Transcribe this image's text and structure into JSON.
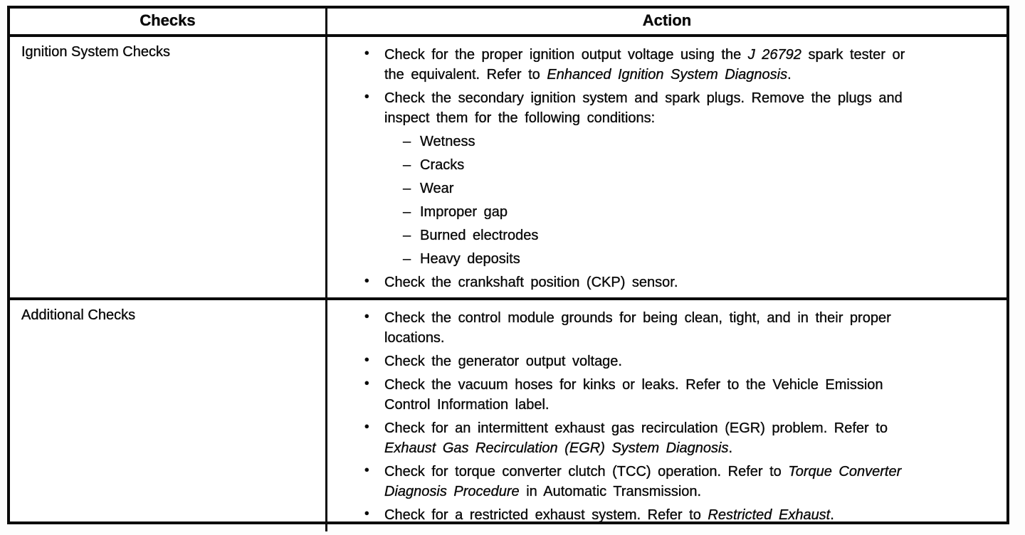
{
  "page": {
    "paper_color": "#fdfdfd",
    "ink_color": "#0a0a0a"
  },
  "table": {
    "bullet_glyph": "•",
    "dash_glyph": "–",
    "headers": [
      {
        "label": "Checks"
      },
      {
        "label": "Action"
      }
    ],
    "rows": [
      {
        "check": "Ignition System Checks",
        "actions": [
          {
            "segments": [
              {
                "t": "Check for the proper ignition output voltage using the "
              },
              {
                "t": "J 26792",
                "i": true
              },
              {
                "t": " spark tester or"
              },
              {
                "br": true
              },
              {
                "t": "the equivalent. Refer to "
              },
              {
                "t": "Enhanced Ignition System Diagnosis",
                "i": true
              },
              {
                "t": "."
              }
            ]
          },
          {
            "segments": [
              {
                "t": "Check the secondary ignition system and spark plugs. Remove the plugs and"
              },
              {
                "br": true
              },
              {
                "t": "inspect them for the following conditions:"
              }
            ],
            "subitems": [
              "Wetness",
              "Cracks",
              "Wear",
              "Improper gap",
              "Burned electrodes",
              "Heavy deposits"
            ]
          },
          {
            "segments": [
              {
                "t": "Check the crankshaft position (CKP) sensor."
              }
            ]
          }
        ]
      },
      {
        "check": "Additional Checks",
        "actions": [
          {
            "segments": [
              {
                "t": "Check the control module grounds for being clean, tight, and in their proper"
              },
              {
                "br": true
              },
              {
                "t": "locations."
              }
            ]
          },
          {
            "segments": [
              {
                "t": "Check the generator output voltage."
              }
            ]
          },
          {
            "segments": [
              {
                "t": "Check the vacuum hoses for kinks or leaks. Refer to the Vehicle Emission"
              },
              {
                "br": true
              },
              {
                "t": "Control Information label."
              }
            ]
          },
          {
            "segments": [
              {
                "t": "Check for an intermittent exhaust gas recirculation (EGR) problem. Refer to"
              },
              {
                "br": true
              },
              {
                "t": "Exhaust Gas Recirculation (EGR) System Diagnosis",
                "i": true
              },
              {
                "t": "."
              }
            ]
          },
          {
            "segments": [
              {
                "t": "Check for torque converter clutch (TCC) operation. Refer to "
              },
              {
                "t": "Torque Converter",
                "i": true
              },
              {
                "br": true
              },
              {
                "t": "Diagnosis Procedure",
                "i": true
              },
              {
                "t": " in Automatic Transmission."
              }
            ]
          },
          {
            "segments": [
              {
                "t": "Check for a restricted exhaust system. Refer to "
              },
              {
                "t": "Restricted Exhaust",
                "i": true
              },
              {
                "t": "."
              }
            ]
          }
        ]
      }
    ]
  }
}
